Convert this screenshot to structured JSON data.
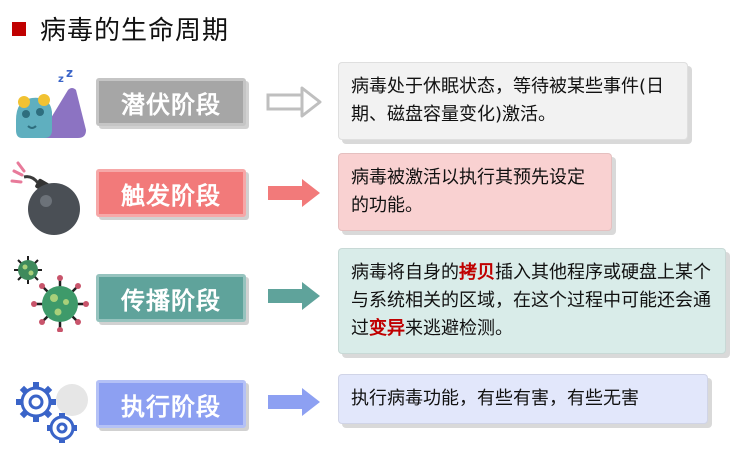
{
  "header": {
    "title": "病毒的生命周期",
    "square_color": "#C00000"
  },
  "stages": [
    {
      "id": "latent",
      "label": "潜伏阶段",
      "label_color": "#A6A6A6",
      "desc_bg": "#F2F2F2",
      "arrow_color": "#BFBFBF",
      "icon": "sleeping-creature-icon",
      "description_parts": [
        {
          "text": "病毒处于休眠状态，等待被某些事件(日期、磁盘容量变化)激活。",
          "highlight": false
        }
      ]
    },
    {
      "id": "trigger",
      "label": "触发阶段",
      "label_color": "#F27A7A",
      "desc_bg": "#F9D1D1",
      "arrow_color": "#F27A7A",
      "icon": "bomb-icon",
      "description_parts": [
        {
          "text": "病毒被激活以执行其预先设定的功能。",
          "highlight": false
        }
      ]
    },
    {
      "id": "spread",
      "label": "传播阶段",
      "label_color": "#5FA39B",
      "desc_bg": "#D9ECE9",
      "arrow_color": "#5FA39B",
      "icon": "virus-icon",
      "description_parts": [
        {
          "text": "病毒将自身的",
          "highlight": false
        },
        {
          "text": "拷贝",
          "highlight": true
        },
        {
          "text": "插入其他程序或硬盘上某个与系统相关的区域，在这个过程中可能还会通过",
          "highlight": false
        },
        {
          "text": "变异",
          "highlight": true
        },
        {
          "text": "来逃避检测。",
          "highlight": false
        }
      ]
    },
    {
      "id": "execute",
      "label": "执行阶段",
      "label_color": "#8DA0F2",
      "desc_bg": "#E2E7FB",
      "arrow_color": "#8DA0F2",
      "icon": "gears-icon",
      "description_parts": [
        {
          "text": "执行病毒功能，有些有害，有些无害",
          "highlight": false
        }
      ]
    }
  ]
}
